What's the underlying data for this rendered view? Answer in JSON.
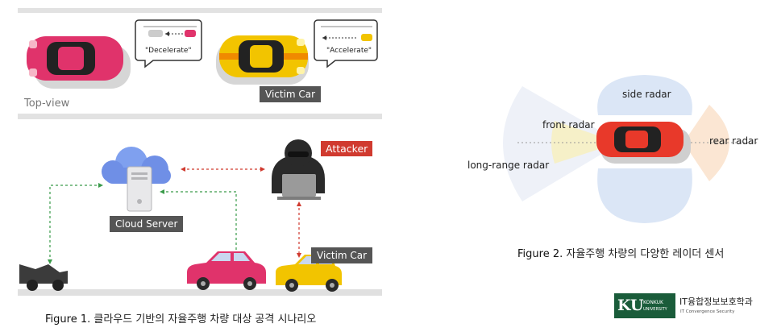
{
  "figure1": {
    "top_view_label": "Top-view",
    "bubble_left": "\"Decelerate\"",
    "bubble_right": "\"Accelerate\"",
    "victim_top_label": "Victim Car",
    "attacker_label": "Attacker",
    "cloud_label": "Cloud Server",
    "victim_bottom_label": "Victim Car",
    "caption_num": "Figure 1.",
    "caption_text": "클라우드 기반의 자율주행 차량 대상 공격 시나리오"
  },
  "figure2": {
    "side_radar": "side radar",
    "front_radar": "front radar",
    "rear_radar": "rear radar",
    "long_range_radar": "long-range radar",
    "caption_num": "Figure 2.",
    "caption_text": "자율주행 차량의 다양한 레이더 센서"
  },
  "logo": {
    "mark": "KU",
    "mark_sub1": "KONKUK",
    "mark_sub2": "UNIVERSITY",
    "name": "IT융합정보보호학과",
    "sub": "IT Convergence Security"
  },
  "colors": {
    "pink_car": "#e0336b",
    "yellow_car": "#f2c400",
    "red_car": "#e8392a",
    "attack_red": "#d03a2f",
    "link_green": "#3a9b4a",
    "cloud_blue": "#6f8fe6",
    "radar_blue": "#dbe6f6",
    "radar_yellow": "#f6f0c8",
    "radar_orange": "#fbe6d3"
  }
}
